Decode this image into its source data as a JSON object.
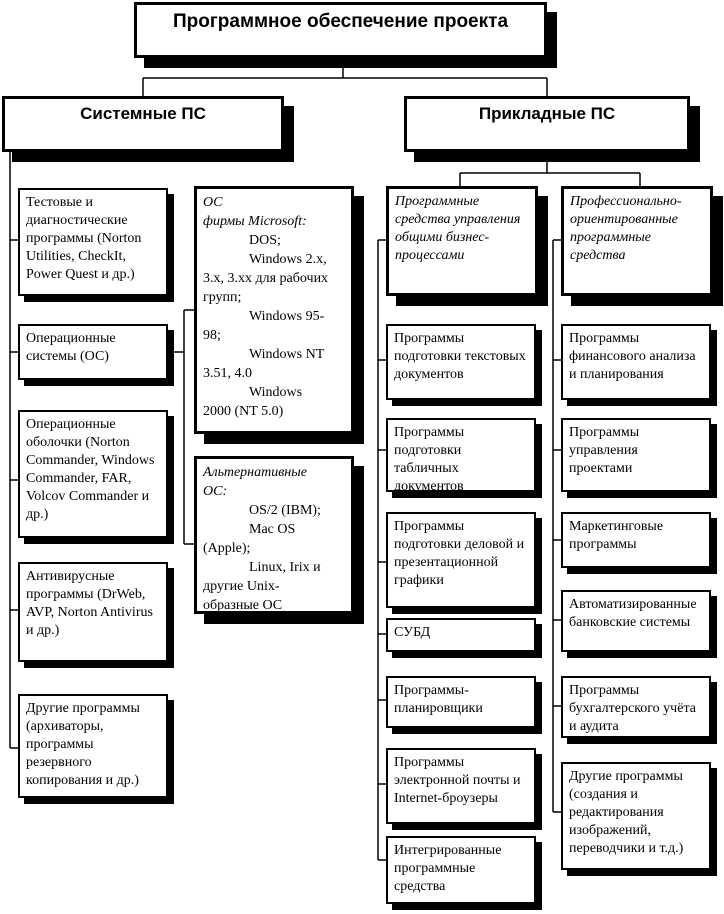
{
  "title": "Программное обеспечение проекта",
  "system": {
    "title": "Системные ПС",
    "items": [
      "Тестовые и диагностические программы (Norton Utilities, CheckIt, Power Quest и др.)",
      "Операционные системы (ОС)",
      "Операционные оболочки (Norton Commander, Windows Commander, FAR, Volcov Commander и др.)",
      "Антивирусные программы (DrWeb, AVP, Norton Antivirus и др.)",
      "Другие программы (архиваторы, программы резервного копирования и др.)"
    ],
    "os_microsoft": {
      "title_1": "ОС",
      "title_2": "фирмы Microsoft:",
      "items": [
        "DOS;",
        "Windows 2.x,",
        "3.x, 3.xx для рабочих групп;",
        "Windows 95-",
        "98;",
        "Windows NT",
        "3.51, 4.0",
        "Windows",
        "2000 (NT 5.0)"
      ]
    },
    "os_alt": {
      "title_1": "Альтернативные",
      "title_2": "ОС:",
      "items": [
        "OS/2 (IBM);",
        "Mac OS",
        "(Apple);",
        "Linux, Irix и",
        "другие Unix-",
        "образные ОС"
      ]
    }
  },
  "applied": {
    "title": "Прикладные ПС",
    "general": {
      "title": "Программные средства управления общими бизнес-процессами",
      "items": [
        "Программы подготовки текстовых документов",
        "Программы подготовки табличных документов",
        "Программы подготовки деловой и презентационной графики",
        "СУБД",
        "Программы-планировщики",
        "Программы электронной почты и Internet-броузеры",
        "Интегрированные программные средства"
      ]
    },
    "professional": {
      "title": "Профессионально-ориентированные программные средства",
      "items": [
        "Программы финансового анализа и планирования",
        "Программы управления проектами",
        "Маркетинговые программы",
        "Автоматизированные банковские системы",
        "Программы бухгалтерского учёта и аудита",
        "Другие программы (создания и редактирования изображений, переводчики и т.д.)"
      ]
    }
  }
}
